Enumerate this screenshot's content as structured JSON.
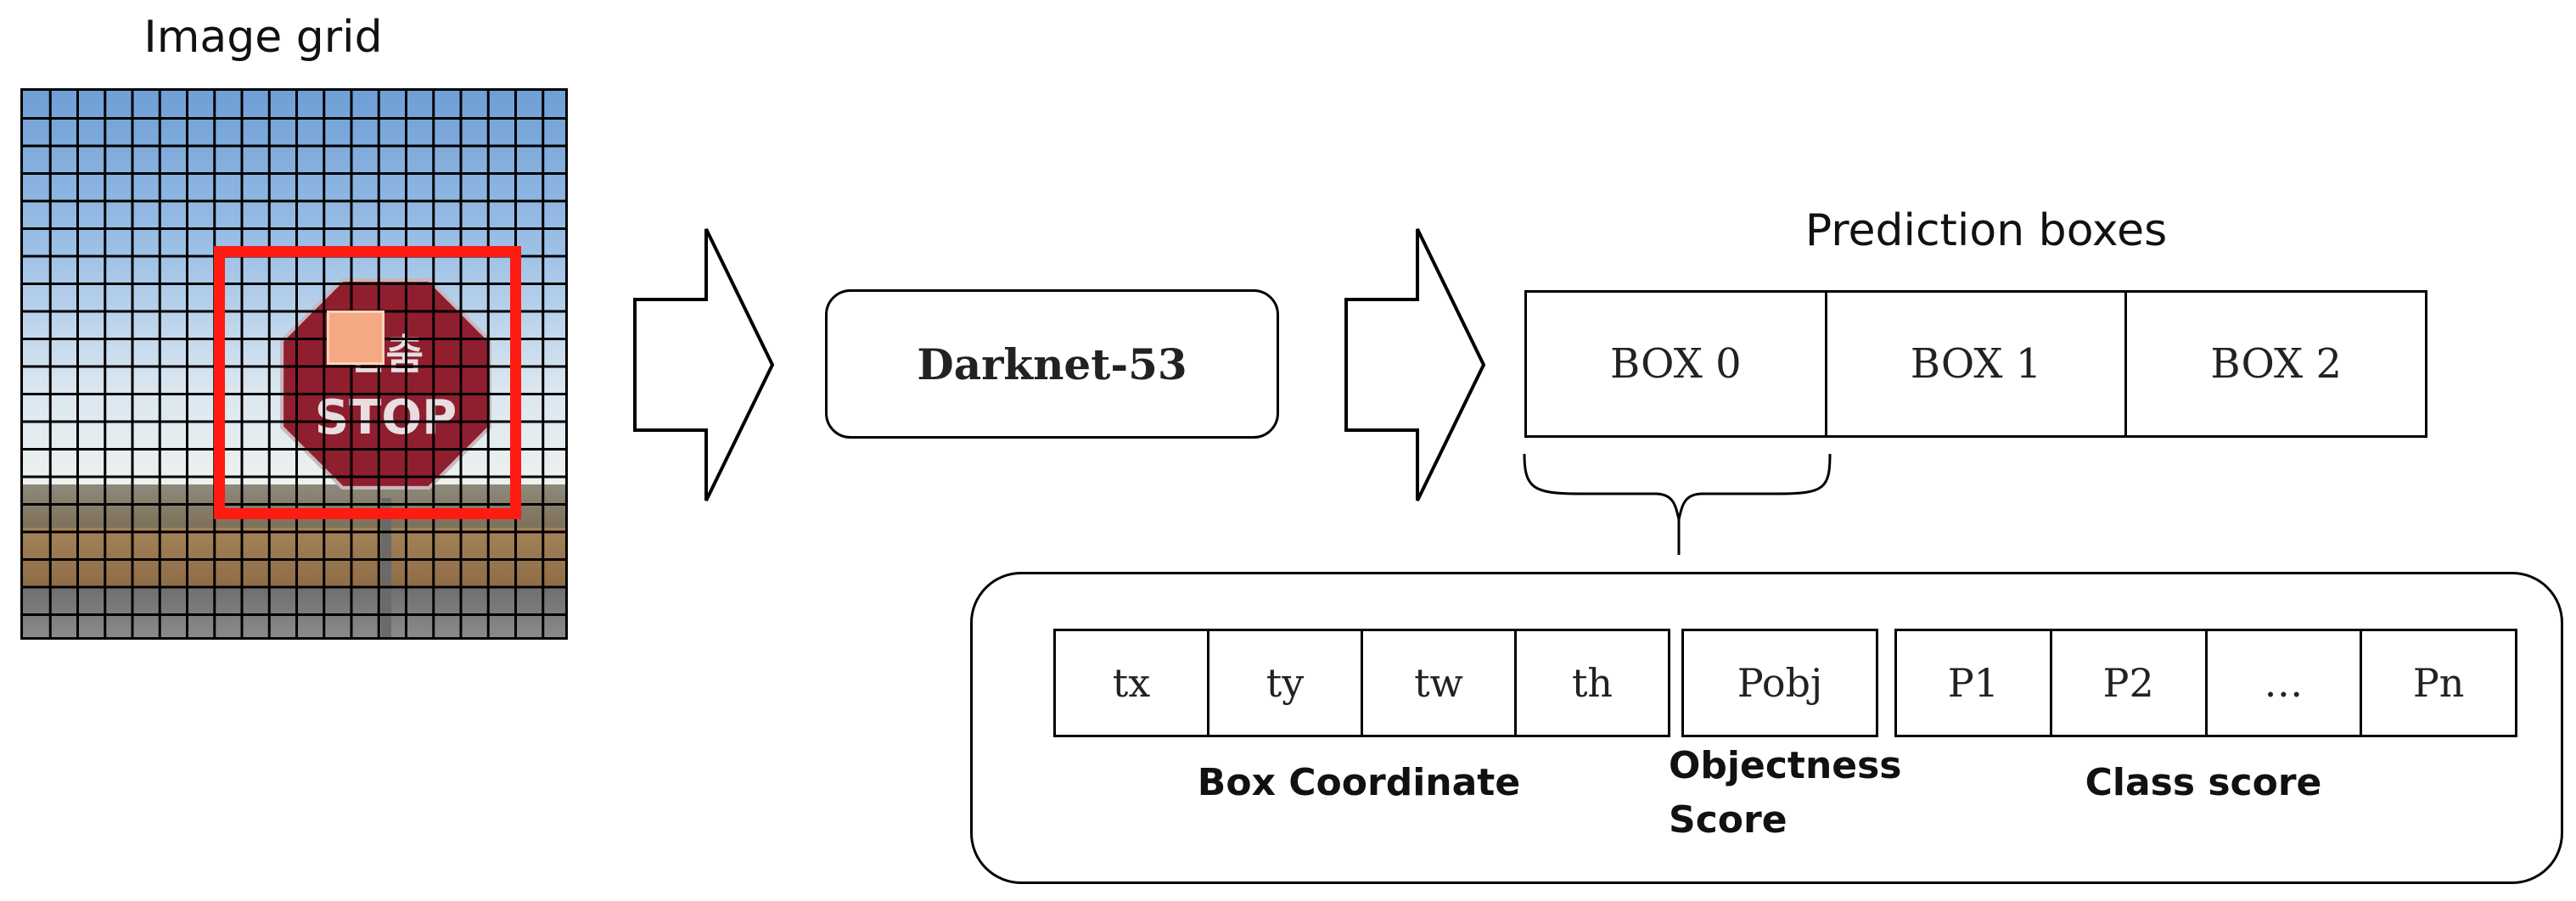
{
  "image_panel": {
    "title": "Image grid",
    "grid_columns": 20,
    "grid_rows": 20,
    "highlight_color": "#ff1a12",
    "center_cell_color": "#f4a983",
    "sign": {
      "top_text": "멈춤",
      "bottom_text": "STOP",
      "color": "#8f1f2e"
    }
  },
  "network": {
    "label": "Darknet-53"
  },
  "prediction": {
    "title": "Prediction boxes",
    "boxes": [
      "BOX 0",
      "BOX 1",
      "BOX 2"
    ]
  },
  "vector": {
    "box_coordinate": {
      "cells": [
        "tx",
        "ty",
        "tw",
        "th"
      ],
      "label": "Box Coordinate"
    },
    "objectness": {
      "cells": [
        "Pobj"
      ],
      "label_line1": "Objectness",
      "label_line2": "Score"
    },
    "class_score": {
      "cells": [
        "P1",
        "P2",
        "…",
        "Pn"
      ],
      "label": "Class score"
    }
  }
}
